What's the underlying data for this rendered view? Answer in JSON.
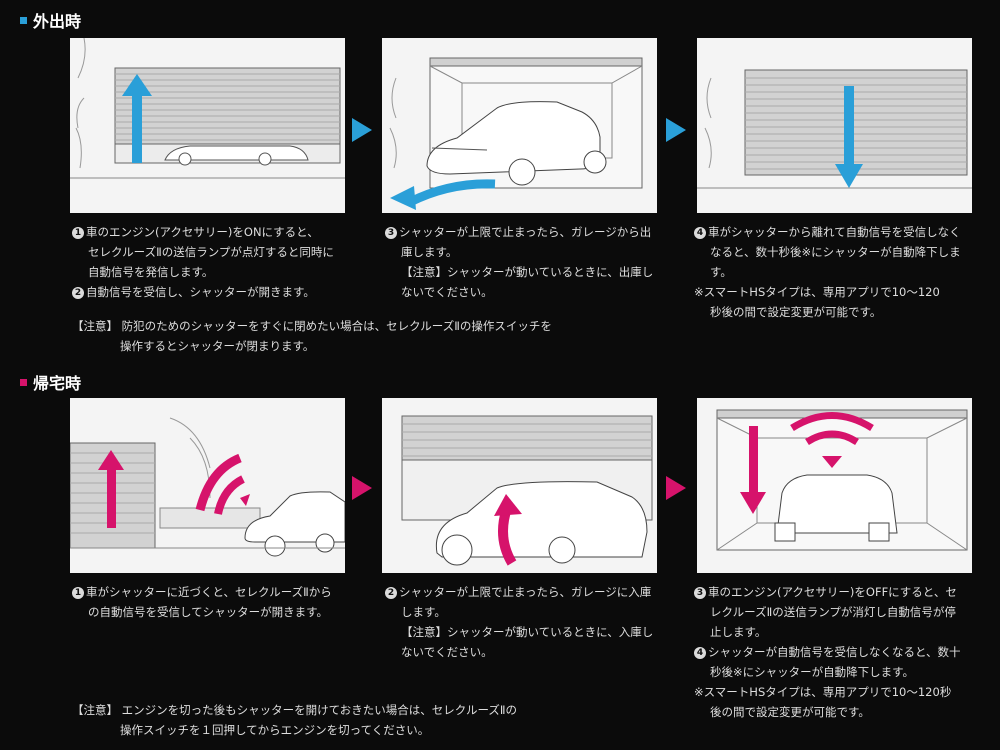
{
  "colors": {
    "blue": "#2a9fd8",
    "pink": "#d6136b",
    "background": "#0b0b0b"
  },
  "section1": {
    "title": "外出時",
    "step1": {
      "marker": "1",
      "text1": "車のエンジン(アクセサリー)をONにすると、",
      "text2": "セレクルーズⅡの送信ランプが点灯すると同時に",
      "text3": "自動信号を発信します。"
    },
    "step2": {
      "marker": "2",
      "text1": "自動信号を受信し、シャッターが開きます。"
    },
    "step3": {
      "marker": "3",
      "text1": "シャッターが上限で止まったら、ガレージから出",
      "text2": "庫します。",
      "note1": "【注意】シャッターが動いているときに、出庫し",
      "note2": "ないでください。"
    },
    "step4": {
      "marker": "4",
      "text1": "車がシャッターから離れて自動信号を受信しなく",
      "text2": "なると、数十秒後※にシャッターが自動降下しま",
      "text3": "す。",
      "note1": "※スマートHSタイプは、専用アプリで10〜120",
      "note2": "秒後の間で設定変更が可能です。"
    },
    "note": {
      "line1": "【注意】 防犯のためのシャッターをすぐに閉めたい場合は、セレクルーズⅡの操作スイッチを",
      "line2": "操作するとシャッターが閉まります。"
    }
  },
  "section2": {
    "title": "帰宅時",
    "step1": {
      "marker": "1",
      "text1": "車がシャッターに近づくと、セレクルーズⅡから",
      "text2": "の自動信号を受信してシャッターが開きます。"
    },
    "step2": {
      "marker": "2",
      "text1": "シャッターが上限で止まったら、ガレージに入庫",
      "text2": "します。",
      "note1": "【注意】シャッターが動いているときに、入庫し",
      "note2": "ないでください。"
    },
    "step3": {
      "marker": "3",
      "text1": "車のエンジン(アクセサリー)をOFFにすると、セ",
      "text2": "レクルーズⅡの送信ランプが消灯し自動信号が停",
      "text3": "止します。"
    },
    "step4": {
      "marker": "4",
      "text1": "シャッターが自動信号を受信しなくなると、数十",
      "text2": "秒後※にシャッターが自動降下します。",
      "note1": "※スマートHSタイプは、専用アプリで10〜120秒",
      "note2": "後の間で設定変更が可能です。"
    },
    "note": {
      "line1": "【注意】 エンジンを切った後もシャッターを開けておきたい場合は、セレクルーズⅡの",
      "line2": "操作スイッチを１回押してからエンジンを切ってください。"
    }
  }
}
